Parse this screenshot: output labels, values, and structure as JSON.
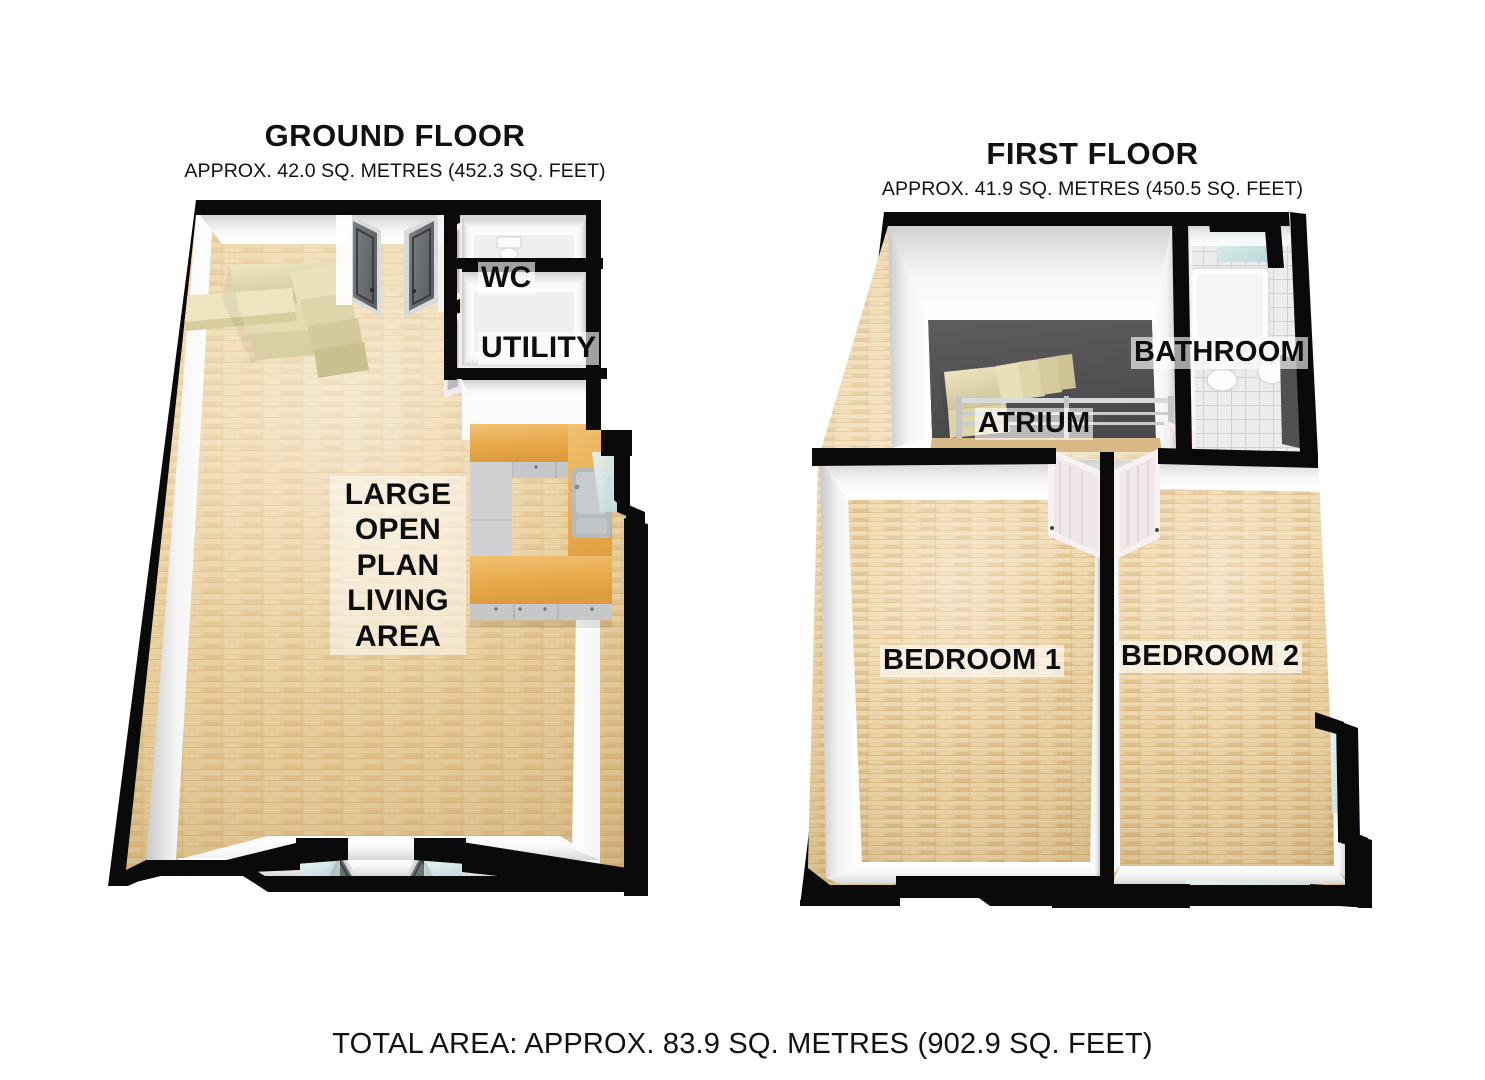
{
  "document": {
    "background_color": "#ffffff",
    "total_area_text": "TOTAL AREA: APPROX. 83.9 SQ. METRES (902.9 SQ. FEET)"
  },
  "floors": [
    {
      "id": "ground",
      "title": "GROUND FLOOR",
      "subtitle": "APPROX. 42.0 SQ. METRES (452.3 SQ. FEET)",
      "area_sq_metres": "42.0",
      "area_sq_feet": "452.3",
      "rooms": [
        {
          "id": "wc",
          "label": "WC"
        },
        {
          "id": "utility",
          "label": "UTILITY"
        },
        {
          "id": "living",
          "label": "LARGE OPEN PLAN LIVING AREA"
        }
      ]
    },
    {
      "id": "first",
      "title": "FIRST FLOOR",
      "subtitle": "APPROX. 41.9 SQ. METRES (450.5 SQ. FEET)",
      "area_sq_metres": "41.9",
      "area_sq_feet": "450.5",
      "rooms": [
        {
          "id": "atrium",
          "label": "ATRIUM"
        },
        {
          "id": "bathroom",
          "label": "BATHROOM"
        },
        {
          "id": "bedroom1",
          "label": "BEDROOM 1"
        },
        {
          "id": "bedroom2",
          "label": "BEDROOM 2"
        }
      ]
    }
  ],
  "colors": {
    "wall": "#0a0a0a",
    "wall_inner_face": "#f2f2f2",
    "floor_wood_light": "#e8c98f",
    "floor_wood_mid": "#d6ab64",
    "floor_wood_dark": "#c2944c",
    "atrium_floor": "#555558",
    "stairs": "#ddd5ab",
    "counter_top": "#e8a94a",
    "counter_top_light": "#edbf70",
    "cabinet": "#c9c9c9",
    "sink": "#b9bcbe",
    "door_panel": "#6f7175",
    "door_frame": "#d9dadc",
    "interior_door": "#f0e8ea",
    "glazing": "#cfe7e7",
    "tile": "#e3e5e6",
    "sanitary": "#fcfcfc",
    "label_background": "rgba(255,255,255,0.62)",
    "text": "#111111"
  },
  "fixtures": {
    "ground": [
      "staircase",
      "entry-door-left",
      "entry-door-right",
      "wc-door",
      "utility-door",
      "kitchen-counter",
      "kitchen-sink",
      "french-door-left",
      "french-door-right"
    ],
    "first": [
      "staircase",
      "balustrade",
      "bedroom1-door",
      "bedroom2-door",
      "bathroom-door",
      "bathtub",
      "toilet",
      "washbasin",
      "bathroom-window",
      "bedroom1-window",
      "bedroom2-window",
      "bedroom2-side-window"
    ]
  }
}
